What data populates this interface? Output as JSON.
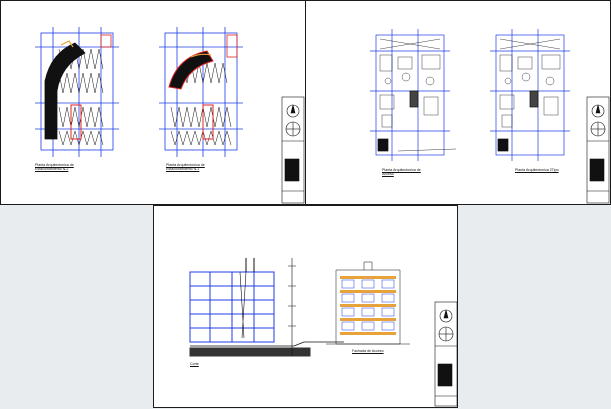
{
  "colors": {
    "background": "#e9ecef",
    "sheet": "#ffffff",
    "blueprint_line": "#1f3ce6",
    "wall": "#111111",
    "highlight": "#e02020",
    "accent": "#e8a23a"
  },
  "sheets": [
    {
      "id": "sheet-1",
      "plans": [
        {
          "label_line1": "Planta Arquitectonica de",
          "label_line2": "Estacionamiento N-2"
        },
        {
          "label_line1": "Planta Arquitectonica de",
          "label_line2": "Estacionamiento N-1"
        }
      ]
    },
    {
      "id": "sheet-2",
      "plans": [
        {
          "label_line1": "Planta Arquitectonica de",
          "label_line2": "Acceso"
        },
        {
          "label_line1": "Planta Arquitectonica 2Tipo",
          "label_line2": ""
        }
      ]
    },
    {
      "id": "sheet-3",
      "plans": [
        {
          "label_line1": "Corte",
          "label_line2": ""
        },
        {
          "label_line1": "Fachada de Acceso",
          "label_line2": ""
        }
      ]
    }
  ],
  "title_block": {
    "north_icon": "north-arrow-icon",
    "logo_icon": "university-seal-icon"
  }
}
